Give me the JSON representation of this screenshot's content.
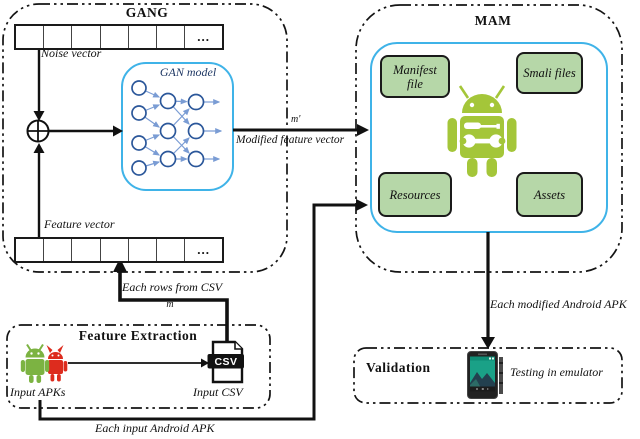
{
  "gang": {
    "title": "GANG",
    "noise_vector_label": "Noise vector",
    "feature_vector_label": "Feature vector",
    "vector_ellipsis": "...",
    "gan_model_title": "GAN model"
  },
  "mam": {
    "title": "MAM",
    "components": [
      {
        "label": "Manifest file"
      },
      {
        "label": "Smali files"
      },
      {
        "label": "Resources"
      },
      {
        "label": "Assets"
      }
    ]
  },
  "feature_extraction": {
    "title": "Feature Extraction",
    "input_apks_label": "Input APKs",
    "input_csv_label": "Input CSV",
    "csv_icon_text": "CSV"
  },
  "validation": {
    "title": "Validation",
    "testing_label": "Testing in emulator"
  },
  "edges": {
    "m_prime": "m'",
    "modified_feature_vector": "Modified feature vector",
    "each_rows_from_csv": "Each rows from CSV",
    "m": "m",
    "each_modified_apk": "Each modified  Android APK",
    "each_input_apk": "Each input Android APK"
  },
  "icons": {
    "xor": "xor-combiner-icon",
    "network": "gan-network-icon",
    "android_tools": "android-robot-tools-icon",
    "input_robots": "android-benign-malware-icon",
    "csv": "csv-file-icon",
    "phone": "emulator-phone-icon"
  },
  "colors": {
    "cyan_border": "#3fb3e8",
    "green_box_fill": "#b6d7a8",
    "android_green": "#a4c639",
    "malware_red": "#dd2c1e",
    "node_blue": "#2b579a",
    "link_blue": "#7a9cd4",
    "line_black": "#111111",
    "phone_screen_teal": "#1aa187"
  }
}
